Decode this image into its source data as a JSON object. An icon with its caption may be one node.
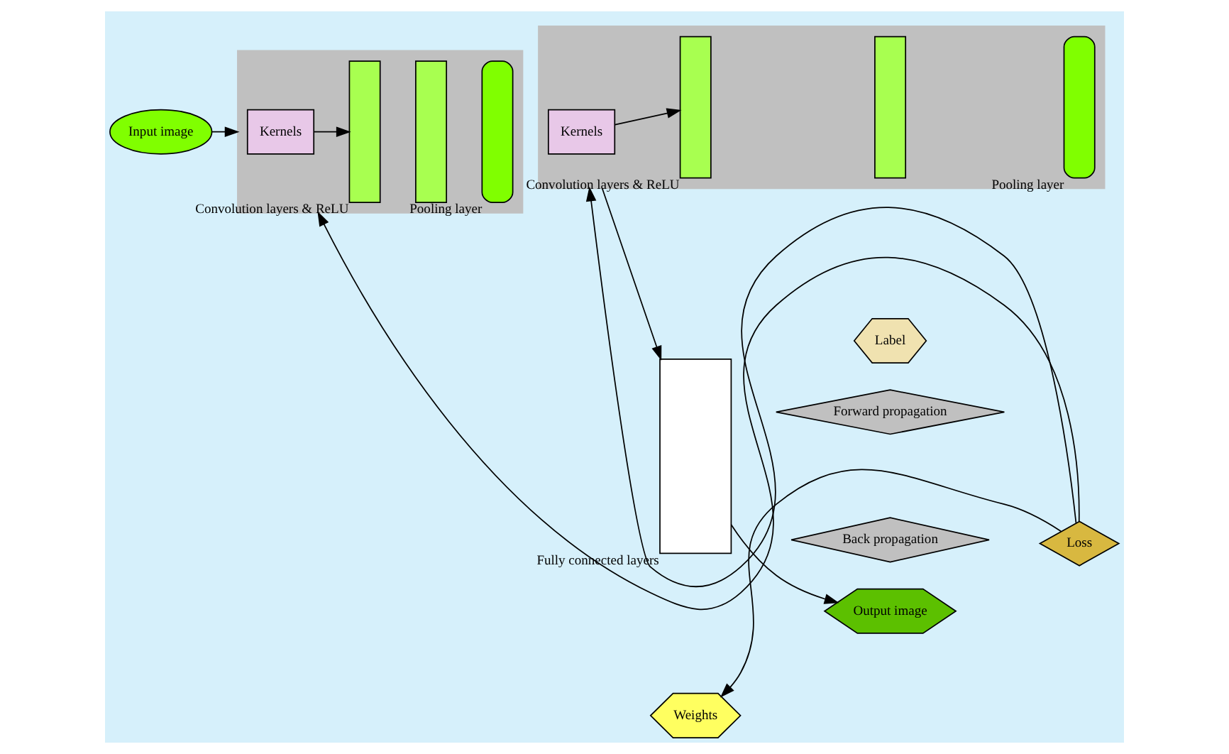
{
  "diagram": {
    "nodes": [
      {
        "text": [
          "Input image"
        ]
      },
      {
        "text": [],
        "shape": "box"
      },
      {
        "text": [
          "Kernels"
        ],
        "in": 1
      },
      {
        "text": [],
        "shape": "bar",
        "in": 1,
        "beside": [
          "Convolution layers & ReLU"
        ]
      },
      {
        "text": [],
        "shape": "bar",
        "in": 1
      },
      {
        "text": [],
        "shape": "bar",
        "in": 1,
        "beside": [
          "Pooling layer"
        ]
      },
      {
        "text": [],
        "shape": "box"
      },
      {
        "text": [
          "Kernels"
        ],
        "in": 6
      },
      {
        "text": [],
        "shape": "bar",
        "in": 6,
        "beside": [
          "Convolution layers & ReLU"
        ]
      },
      {
        "text": [],
        "shape": "bar",
        "in": 6
      },
      {
        "text": [],
        "shape": "bar",
        "in": 6,
        "beside": [
          "Pooling layer"
        ]
      },
      {
        "text": [
          "Weights"
        ]
      },
      {
        "text": [],
        "shape": "box",
        "beside": [
          "Fully connected layers"
        ]
      },
      {
        "text": [
          "Output image"
        ]
      },
      {
        "text": [
          "Label"
        ]
      },
      {
        "text": [
          "Loss"
        ]
      },
      {
        "text": [
          "Back propagation"
        ]
      },
      {
        "text": [
          "Forward propagation"
        ]
      }
    ],
    "edges": [
      {
        "from": 0,
        "to": 1,
        "arrow": "to"
      },
      {
        "from": 2,
        "to": 3,
        "arrow": "to"
      },
      {
        "from": 7,
        "to": 8,
        "arrow": "to"
      },
      {
        "from": 6,
        "to": 12,
        "arrow": "to"
      },
      {
        "from": 12,
        "to": 13,
        "arrow": "to"
      },
      {
        "from": 15,
        "to": 1,
        "arrow": "to"
      },
      {
        "from": 15,
        "to": 6,
        "arrow": "to"
      },
      {
        "from": 15,
        "to": 11,
        "arrow": "to"
      }
    ]
  }
}
